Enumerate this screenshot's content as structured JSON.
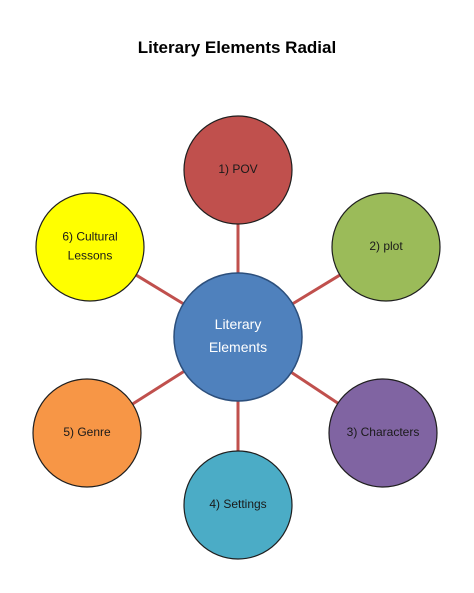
{
  "title": "Literary Elements Radial",
  "colors": {
    "connector": "#c0504d",
    "node_stroke": "#1f1f1f",
    "center_fill": "#4f81bd",
    "center_stroke": "#2c4f7c"
  },
  "center": {
    "lines": [
      "Literary",
      "Elements"
    ]
  },
  "nodes": [
    {
      "lines": [
        "1) POV"
      ],
      "fill": "#c0504d",
      "stroke": "#1f1f1f"
    },
    {
      "lines": [
        "2) plot"
      ],
      "fill": "#9bbb59",
      "stroke": "#1f1f1f"
    },
    {
      "lines": [
        "3) Characters"
      ],
      "fill": "#8064a2",
      "stroke": "#1f1f1f"
    },
    {
      "lines": [
        "4) Settings"
      ],
      "fill": "#4bacc6",
      "stroke": "#1f1f1f"
    },
    {
      "lines": [
        "5) Genre"
      ],
      "fill": "#f79646",
      "stroke": "#1f1f1f"
    },
    {
      "lines": [
        "6) Cultural",
        "Lessons"
      ],
      "fill": "#ffff00",
      "stroke": "#1f1f1f"
    }
  ]
}
